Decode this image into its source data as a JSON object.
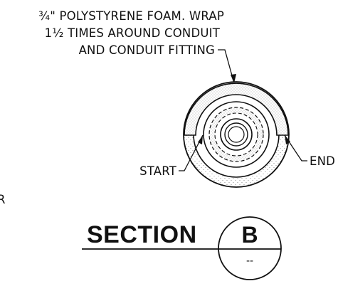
{
  "annotation": {
    "line1": "¾\" POLYSTYRENE FOAM. WRAP",
    "line2": "1½ TIMES AROUND CONDUIT",
    "line3": "AND CONDUIT FITTING"
  },
  "labels": {
    "start": "START",
    "end": "END",
    "cut_off_letter": "R"
  },
  "section": {
    "title": "SECTION",
    "letter": "B",
    "sheet_ref": "--"
  }
}
